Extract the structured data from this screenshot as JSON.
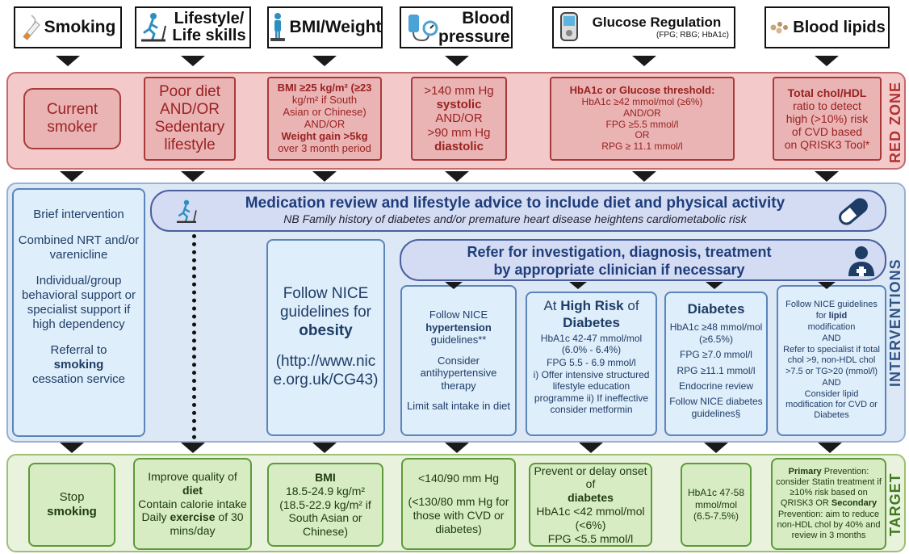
{
  "headers": {
    "smoking": "Smoking",
    "lifestyle_l1": "Lifestyle/",
    "lifestyle_l2": "Life skills",
    "bmi": "BMI/Weight",
    "bp_l1": "Blood",
    "bp_l2": "pressure",
    "glucose_title": "Glucose Regulation",
    "glucose_sub": "(FPG; RBG; HbA1c)",
    "lipids": "Blood lipids"
  },
  "zones": {
    "red": "RED ZONE",
    "interventions": "INTERVENTIONS",
    "target": "TARGET"
  },
  "red": {
    "smoking": [
      "Current",
      "smoker"
    ],
    "lifestyle": [
      "Poor diet",
      "AND/OR",
      "Sedentary",
      "lifestyle"
    ],
    "bmi": [
      "BMI ≥25 kg/m² (≥23",
      "kg/m² if South",
      "Asian or Chinese)",
      "AND/OR",
      "Weight gain >5kg",
      "over 3 month period"
    ],
    "bp": [
      ">140 mm Hg",
      "systolic",
      "AND/OR",
      ">90 mm Hg",
      "diastolic"
    ],
    "glucose": [
      "HbA1c or Glucose threshold:",
      "HbA1c ≥42 mmol/mol (≥6%)",
      "AND/OR",
      "FPG ≥5.5 mmol/l",
      "OR",
      "RPG ≥ 11.1 mmol/l"
    ],
    "lipids": [
      "Total chol/HDL",
      "ratio to detect",
      "high (>10%) risk",
      "of CVD based",
      "on QRISK3 Tool*"
    ]
  },
  "interventions": {
    "med_review_title": "Medication review and lifestyle advice to include diet and physical activity",
    "med_review_note": "NB Family history of diabetes and/or premature heart disease heightens cardiometabolic risk",
    "refer_l1": "Refer for investigation, diagnosis, treatment",
    "refer_l2": "by appropriate clinician if necessary",
    "smoking": [
      "Brief intervention",
      "Combined NRT and/or varenicline",
      "Individual/group behavioral support or specialist support if high dependency",
      "Referral to",
      "smoking",
      "cessation service"
    ],
    "obesity": [
      "Follow NICE guidelines for",
      "obesity",
      "(http://www.nice.org.uk/CG43)"
    ],
    "hypertension": [
      "Follow NICE",
      "hypertension",
      "guidelines**",
      "Consider antihypertensive therapy",
      "Limit salt intake in diet"
    ],
    "highrisk": [
      "At",
      "High Risk",
      "of",
      "Diabetes",
      "HbA1c 42-47 mmol/mol (6.0% - 6.4%)",
      "FPG 5.5 - 6.9 mmol/l",
      "i) Offer intensive structured lifestyle education programme ii) If ineffective consider metformin"
    ],
    "diabetes": [
      "Diabetes",
      "HbA1c ≥48 mmol/mol (≥6.5%)",
      "FPG ≥7.0 mmol/l",
      "RPG ≥11.1 mmol/l",
      "Endocrine review",
      "Follow NICE diabetes guidelines§"
    ],
    "lipids": [
      "Follow NICE guidelines for",
      "lipid",
      "modification",
      "AND",
      "Refer to specialist if total chol >9, non-HDL chol >7.5 or TG>20 (mmol/l)",
      "AND",
      "Consider lipid modification for CVD or Diabetes"
    ]
  },
  "targets": {
    "smoking": [
      "Stop",
      "smoking"
    ],
    "lifestyle": [
      "Improve quality of",
      "diet",
      "Contain calorie intake",
      "Daily",
      "exercise",
      "of 30 mins/day"
    ],
    "bmi": [
      "BMI",
      "18.5-24.9 kg/m²",
      "(18.5-22.9 kg/m² if South Asian or Chinese)"
    ],
    "bp": [
      "<140/90 mm Hg",
      "(<130/80 mm Hg for those with CVD or diabetes)"
    ],
    "glucose": [
      "Prevent or delay onset of",
      "diabetes",
      "HbA1c <42 mmol/mol (<6%)",
      "FPG <5.5 mmol/l"
    ],
    "hba1c": [
      "HbA1c 47-58 mmol/mol (6.5-7.5%)"
    ],
    "lipids": [
      "Primary",
      "Prevention: consider Statin treatment if ≥10% risk based on QRISK3 OR",
      "Secondary",
      "Prevention: aim to reduce non-HDL chol by 40% and review in 3 months"
    ]
  }
}
